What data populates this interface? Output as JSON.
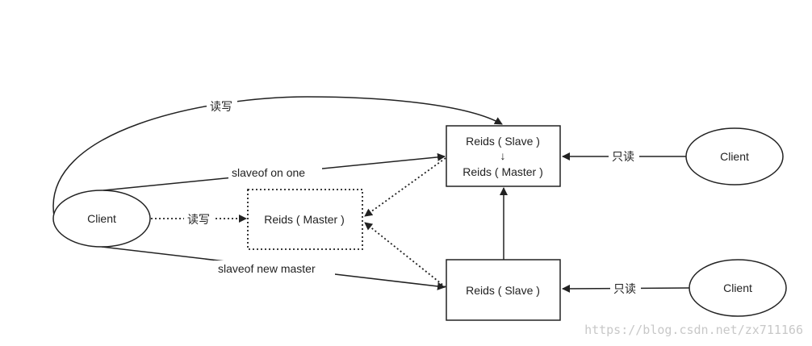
{
  "nodes": {
    "client_left": "Client",
    "client_top_right": "Client",
    "client_bottom_right": "Client",
    "old_master": "Reids ( Master )",
    "promoted_slave_line1": "Reids ( Slave )",
    "promoted_arrow": "↓",
    "promoted_slave_line2": "Reids ( Master )",
    "slave_bottom": "Reids ( Slave )"
  },
  "edges": {
    "read_write_curve": "读写",
    "read_write_dotted": "读写",
    "slaveof_on_one": "slaveof on one",
    "slaveof_new_master": "slaveof new master",
    "read_only_top": "只读",
    "read_only_bottom": "只读"
  },
  "watermark": "https://blog.csdn.net/zx711166"
}
